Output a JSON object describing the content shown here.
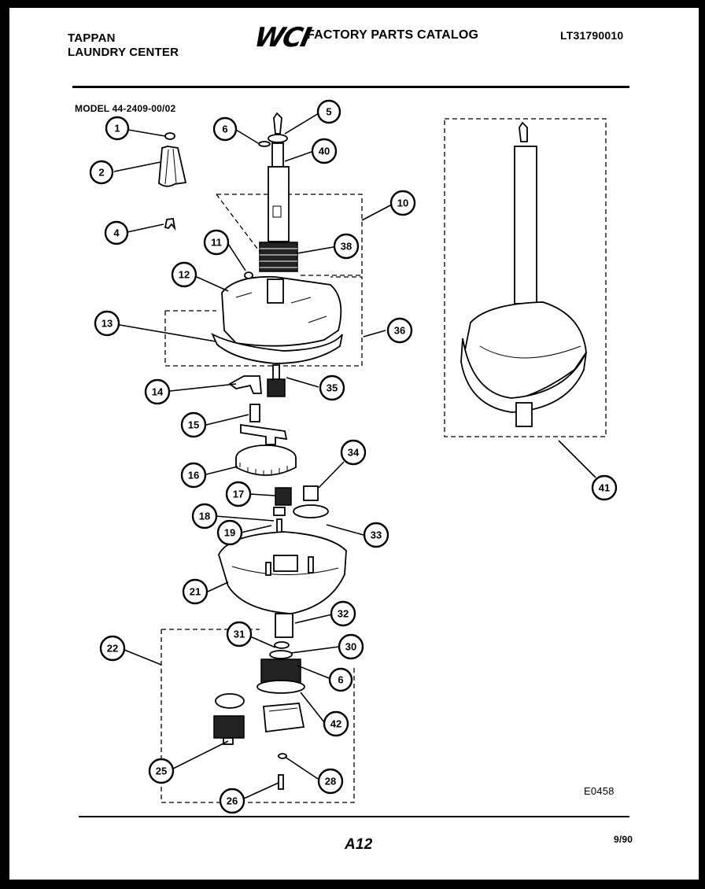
{
  "header": {
    "brand_line1": "TAPPAN",
    "brand_line2": "LAUNDRY CENTER",
    "logo_text": "WCI",
    "catalog_title": "FACTORY PARTS CATALOG",
    "catalog_number": "LT31790010"
  },
  "model_label": "MODEL 44-2409-00/02",
  "callouts": [
    "1",
    "2",
    "4",
    "5",
    "6",
    "40",
    "10",
    "11",
    "38",
    "12",
    "13",
    "36",
    "14",
    "35",
    "15",
    "16",
    "34",
    "17",
    "18",
    "19",
    "33",
    "21",
    "32",
    "31",
    "30",
    "6",
    "22",
    "42",
    "25",
    "28",
    "26",
    "41"
  ],
  "footer": {
    "diagram_code": "E0458",
    "page_number": "A12",
    "date": "9/90"
  }
}
